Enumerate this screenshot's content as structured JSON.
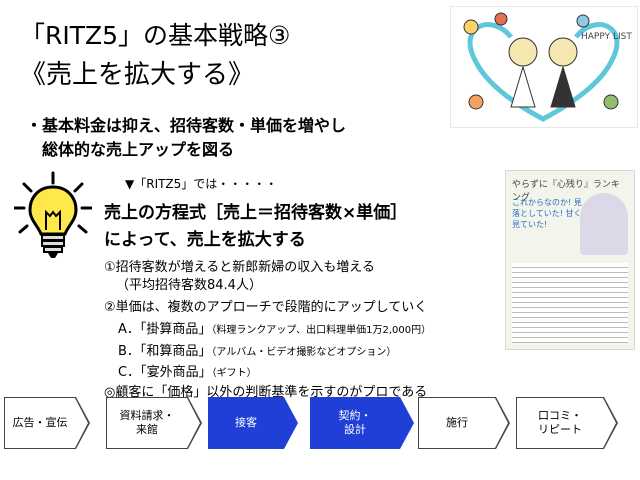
{
  "title": {
    "line1": "「RITZ5」の基本戦略③",
    "line2": "《売上を拡大する》"
  },
  "bullet": {
    "line1": "・基本料金は抑え、招待客数・単価を増やし",
    "line2": "総体的な売上アップを図る"
  },
  "lead": "▼「RITZ5」では・・・・・",
  "equation": {
    "line1": "売上の方程式［売上＝招待客数×単価］",
    "line2": "によって、売上を拡大する"
  },
  "points": [
    "①招待客数が増えると新郎新婦の収入も増える",
    "（平均招待客数84.4人）",
    "②単価は、複数のアプローチで段階的にアップしていく"
  ],
  "items": [
    {
      "label": "A．「掛算商品」",
      "note": "（料理ランクアップ、出口料理単価1万2,000円）"
    },
    {
      "label": "B．「和算商品」",
      "note": "（アルバム・ビデオ撮影などオプション）"
    },
    {
      "label": "C．「宴外商品」",
      "note": "（ギフト）"
    }
  ],
  "conclusion": "◎顧客に「価格」以外の判断基準を示すのがプロである",
  "flow": [
    {
      "label": "広告・宣伝",
      "highlight": false
    },
    {
      "label": "資料請求・\n来館",
      "highlight": false
    },
    {
      "label": "接客",
      "highlight": true
    },
    {
      "label": "契約・\n設計",
      "highlight": true
    },
    {
      "label": "施行",
      "highlight": false
    },
    {
      "label": "口コミ・\nリピート",
      "highlight": false
    }
  ],
  "images": {
    "top_right_caption": "HAPPY LIST",
    "clipping_title": "やらずに『心残り』ランキング",
    "clipping_quote": "これからなのか! 見落としていた! 甘く見ていた!"
  },
  "colors": {
    "accent": "#1f3fd6"
  }
}
